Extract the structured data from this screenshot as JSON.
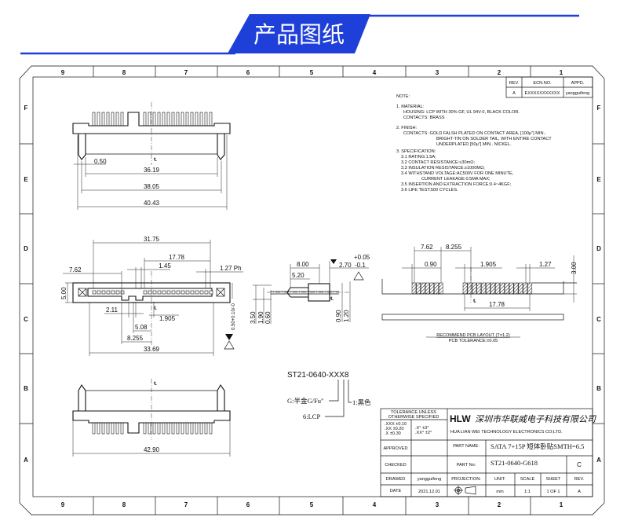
{
  "banner": {
    "title": "产品图纸",
    "accent": "#1e3fd8"
  },
  "zones": {
    "columns": [
      "9",
      "8",
      "7",
      "6",
      "5",
      "4",
      "3",
      "2",
      "1"
    ],
    "rows": [
      "F",
      "E",
      "D",
      "C",
      "B",
      "A"
    ]
  },
  "revision": {
    "headers": [
      "REV.",
      "ECN.NO.",
      "APPD."
    ],
    "values": [
      "A",
      "EXXXXXXXXXXX",
      "yangguifeng"
    ]
  },
  "notes": {
    "title": "NOTE:",
    "lines": [
      "1. MATERIAL:",
      "HOUSING: LCP WITH 30% GF, UL 94V-0, BLACK COLOR.",
      "CONTACTS: BRASS",
      "2. FINISH:",
      "CONTACTS: GOLD FALSH PLATED ON CONTACT AREA, [100μ\"] MIN..",
      "BRIGHT-TIN ON SOLDER TAIL, WITH ENTIRE CONTACT",
      "UNDERPLATED  [50μ\"] MIN.. NICKEL.",
      "3. SPECIFICATION:",
      "3.1 RATING:1.5A;",
      "3.2 CONTACT RESISTANCE:≤30mΩ;",
      "3.3 INSULATION RESISTANCE:≥1000MΩ;",
      "3.4 WITHSTAND VOLTAGE:AC500V FOR ONE MINUTE,",
      "CURRENT LEAKAGE:0.5MA MAX;",
      "3.5 INSERTION AND EXTRACTION FORCE:0.4~4KGF;",
      "3.6 LIFE TEST:500 CYCLES."
    ]
  },
  "top_view": {
    "d1": "0.50",
    "d2": "36.19",
    "d3": "38.05",
    "d4": "40.43",
    "cl": "℄"
  },
  "front_view": {
    "d1": "31.75",
    "d2": "17.78",
    "d3": "1.45",
    "d4": "7.62",
    "d5": "1.27  Ph",
    "d6": "5.00",
    "d7": "2.11",
    "d8": "1.905",
    "d9": "5.08",
    "d10": "8.255",
    "d11": "33.69",
    "d12": "0.50+0.10/-0",
    "cl": "℄"
  },
  "side_view": {
    "d1": "8.00",
    "d2": "5.20",
    "d3": "2.70",
    "tol_up": "+0.05",
    "tol_dn": "-0.1",
    "d4": "3.50",
    "d5": "1.90",
    "d6": "0.60",
    "d7": "0.90",
    "d8": "1.20",
    "cl": "℄"
  },
  "pcb_layout": {
    "d1": "7.62",
    "d2": "8.255",
    "d3": "0.90",
    "d4": "1.905",
    "d5": "1.27",
    "d6": "3.00",
    "d7": "17.78",
    "cl": "℄",
    "caption": "RECOMMEND  PCB  LAYOUT  (T=1.2)",
    "tolerance": "PCB  TOLERANCE:±0.05"
  },
  "bottom_view": {
    "d1": "42.90",
    "cl": "℄"
  },
  "part_code": {
    "code": "ST21-0640-XXX8",
    "opt1": "G:半金G/Fu\"",
    "opt2": "6:LCP",
    "opt3": "1:黑色"
  },
  "title_block": {
    "tolerance_title": "TOLERANCE UNLESS",
    "tolerance_title2": "OTHERWISE SPECIFIED",
    "tol1": ".XXX  ±0.10",
    "tol2": ".XX   ±0.20",
    "tol3": ".X    ±0.30",
    "tol4": ".X°  ±3°",
    "tol5": ".XX°  ±2°",
    "logo": "HLW",
    "company_cn": "深圳市华联威电子科技有限公司",
    "company_en": "HUA LIAN WEI TECHNOLOGY ELECTRONICS CO;LTD.",
    "approved_label": "APPROVED",
    "approved": "",
    "checked_label": "CHECKED",
    "checked": "",
    "drawed_label": "DRAWED",
    "drawed": "yangguifeng",
    "date_label": "DATE",
    "date": "2021.12.01",
    "part_name_label": "PART NAME:",
    "part_name": "SATA 7+15P 短体卧贴SMTH=6.5",
    "part_no_label": "PART No:",
    "part_no": "ST21-0640-G618",
    "part_rev": "C",
    "projection_label": "PROJECTION:",
    "unit_label": "UNIT:",
    "unit": "mm",
    "scale_label": "SCALE",
    "scale": "1:1",
    "sheet_label": "SHEET",
    "sheet": "1 OF 1",
    "rev_label": "REV.",
    "rev": "A"
  }
}
